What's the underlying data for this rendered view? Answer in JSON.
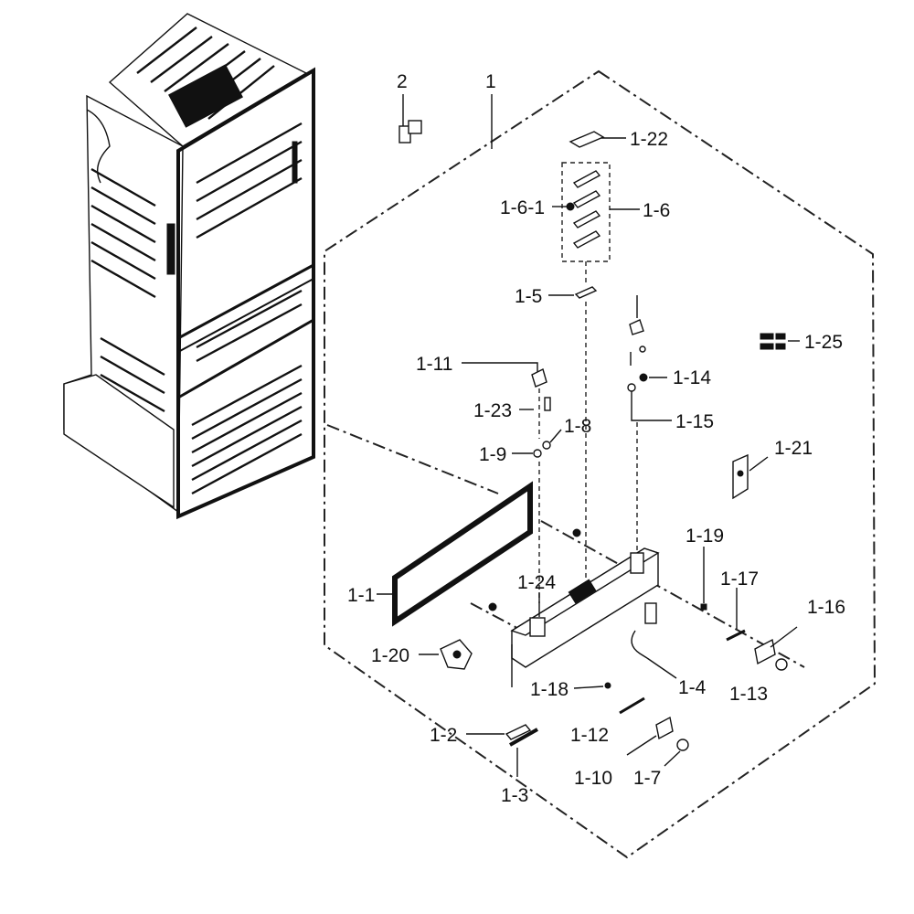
{
  "labels": {
    "p2": "2",
    "p1": "1",
    "p1_22": "1-22",
    "p1_6_1": "1-6-1",
    "p1_6": "1-6",
    "p1_5": "1-5",
    "p1_25": "1-25",
    "p1_11": "1-11",
    "p1_14": "1-14",
    "p1_23": "1-23",
    "p1_8": "1-8",
    "p1_15": "1-15",
    "p1_9": "1-9",
    "p1_21": "1-21",
    "p1_19": "1-19",
    "p1_17": "1-17",
    "p1_1": "1-1",
    "p1_24": "1-24",
    "p1_16": "1-16",
    "p1_20": "1-20",
    "p1_4": "1-4",
    "p1_18": "1-18",
    "p1_13": "1-13",
    "p1_2": "1-2",
    "p1_12": "1-12",
    "p1_10": "1-10",
    "p1_7": "1-7",
    "p1_3": "1-3"
  }
}
